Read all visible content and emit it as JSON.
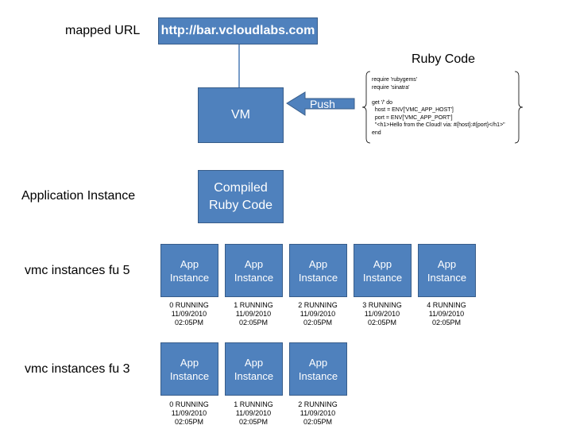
{
  "labels": {
    "mapped_url": "mapped URL",
    "ruby_code": "Ruby Code",
    "application_instance": "Application Instance",
    "vmc_5": "vmc instances fu 5",
    "vmc_3": "vmc instances fu 3"
  },
  "url": "http://bar.vcloudlabs.com",
  "vm": "VM",
  "push": "Push",
  "compiled": [
    "Compiled",
    "Ruby Code"
  ],
  "code_lines": [
    "require 'rubygems'",
    "require 'sinatra'",
    "",
    "get '/' do",
    "  host = ENV['VMC_APP_HOST']",
    "  port = ENV['VMC_APP_PORT']",
    "  \"<h1>Hello from the Cloud! via: #{host}:#{port}</h1>\"",
    "end"
  ],
  "app_label": [
    "App",
    "Instance"
  ],
  "row5": [
    {
      "status": "0 RUNNING",
      "date": "11/09/2010",
      "time": "02:05PM"
    },
    {
      "status": "1 RUNNING",
      "date": "11/09/2010",
      "time": "02:05PM"
    },
    {
      "status": "2 RUNNING",
      "date": "11/09/2010",
      "time": "02:05PM"
    },
    {
      "status": "3 RUNNING",
      "date": "11/09/2010",
      "time": "02:05PM"
    },
    {
      "status": "4 RUNNING",
      "date": "11/09/2010",
      "time": "02:05PM"
    }
  ],
  "row3": [
    {
      "status": "0 RUNNING",
      "date": "11/09/2010",
      "time": "02:05PM"
    },
    {
      "status": "1 RUNNING",
      "date": "11/09/2010",
      "time": "02:05PM"
    },
    {
      "status": "2 RUNNING",
      "date": "11/09/2010",
      "time": "02:05PM"
    }
  ],
  "colors": {
    "box": "#4f81bd",
    "border": "#385d8a",
    "text": "#ffffff"
  }
}
